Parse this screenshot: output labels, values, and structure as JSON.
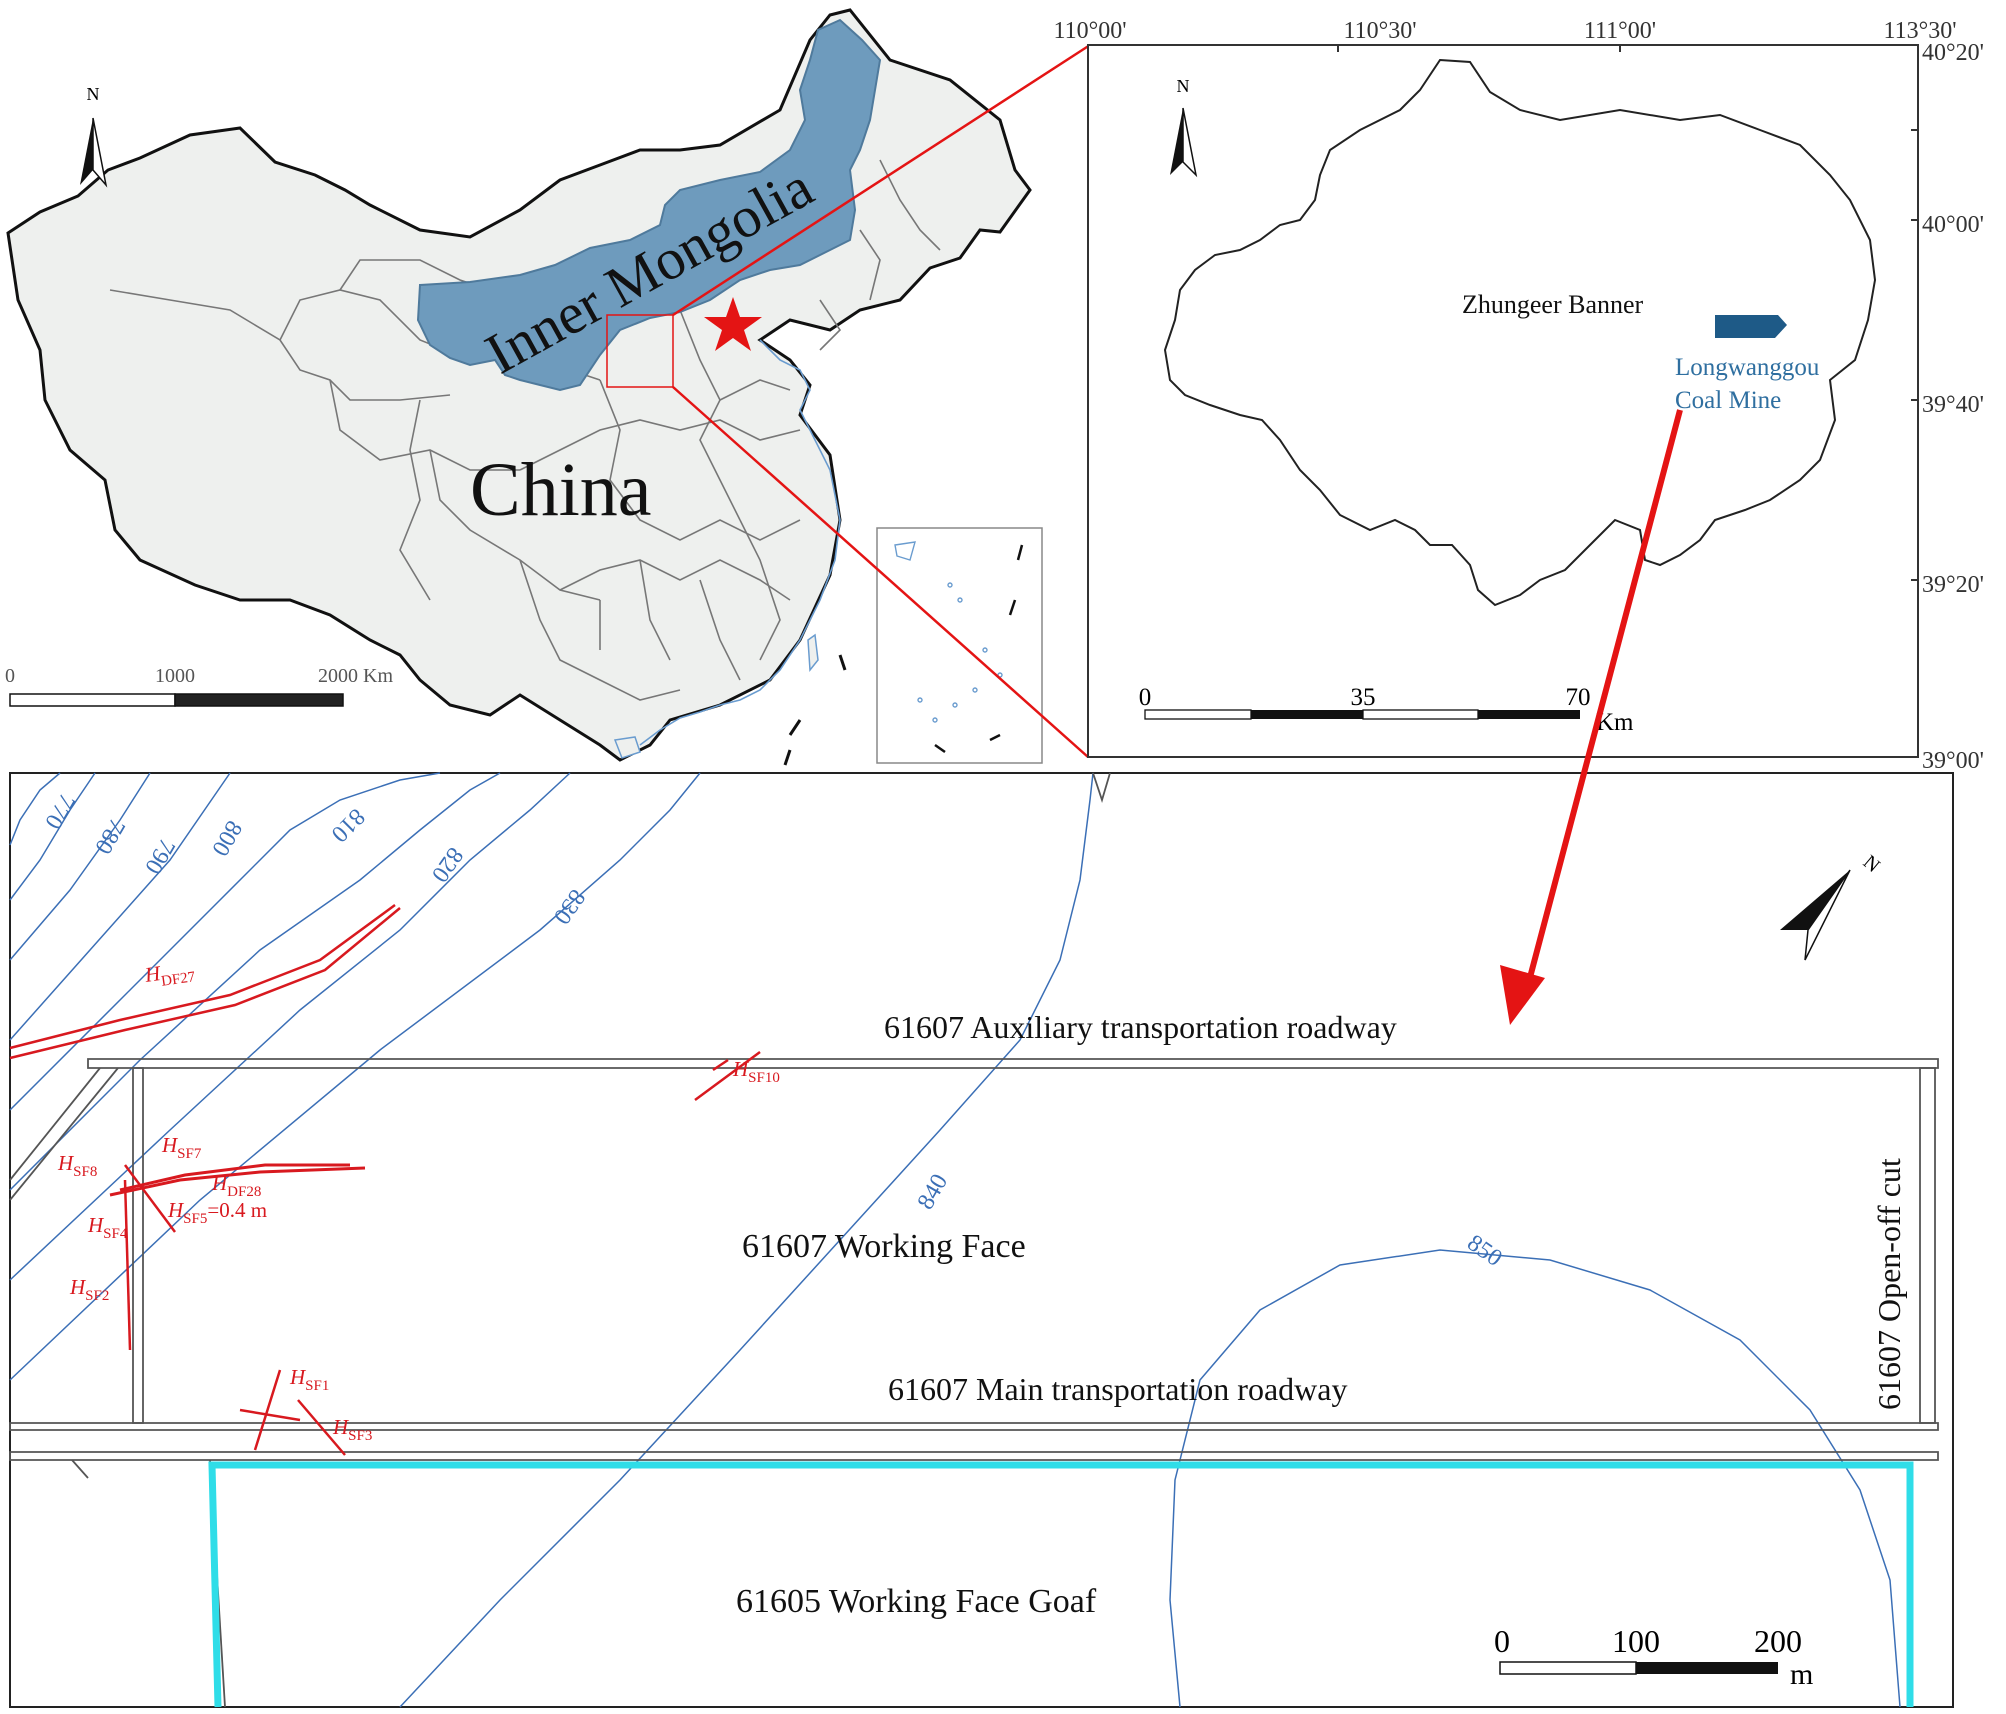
{
  "colors": {
    "province_fill": "#eef0ee",
    "province_stroke": "#777777",
    "inner_mongolia_fill": "#6e9bbd",
    "inner_mongolia_stroke": "#4f7a9c",
    "coast": "#6a9ccf",
    "red": "#e41414",
    "fault_red": "#d8191f",
    "contour_blue": "#3b6fb6",
    "mine_blue": "#1e5a87",
    "goaf_cyan": "#2fdde8",
    "roadway_gray": "#777777"
  },
  "china_map": {
    "north_label": "N",
    "region_label": "Inner Mongolia",
    "country_label": "China",
    "scale_labels": [
      "0",
      "1000",
      "2000 Km"
    ]
  },
  "inset_map": {
    "north_label": "N",
    "lon_ticks": [
      "110°00'",
      "110°30'",
      "111°00'",
      "113°30'"
    ],
    "lat_ticks": [
      "40°20'",
      "40°00'",
      "39°40'",
      "39°20'",
      "39°00'"
    ],
    "region_label": "Zhungeer Banner",
    "mine_label_line1": "Longwanggou",
    "mine_label_line2": "Coal Mine",
    "scale_labels": [
      "0",
      "35",
      "70"
    ],
    "scale_unit": "Km"
  },
  "mine_plan": {
    "north_label": "N",
    "contours": [
      "770",
      "780",
      "790",
      "800",
      "810",
      "820",
      "830",
      "840",
      "850"
    ],
    "faults": {
      "df27": {
        "base": "H",
        "sub": "DF27"
      },
      "df28": {
        "base": "H",
        "sub": "DF28"
      },
      "sf10": {
        "base": "H",
        "sub": "SF10"
      },
      "sf8": {
        "base": "H",
        "sub": "SF8"
      },
      "sf7": {
        "base": "H",
        "sub": "SF7"
      },
      "sf5": {
        "base": "H",
        "sub": "SF5",
        "extra": "=0.4 m"
      },
      "sf4": {
        "base": "H",
        "sub": "SF4"
      },
      "sf2": {
        "base": "H",
        "sub": "SF2"
      },
      "sf1": {
        "base": "H",
        "sub": "SF1"
      },
      "sf3": {
        "base": "H",
        "sub": "SF3"
      }
    },
    "labels": {
      "aux_roadway": "61607 Auxiliary transportation roadway",
      "working_face": "61607 Working Face",
      "main_roadway": "61607 Main transportation roadway",
      "open_off_cut": "61607 Open-off cut",
      "goaf": "61605 Working Face Goaf"
    },
    "scale_labels": [
      "0",
      "100",
      "200"
    ],
    "scale_unit": "m"
  }
}
